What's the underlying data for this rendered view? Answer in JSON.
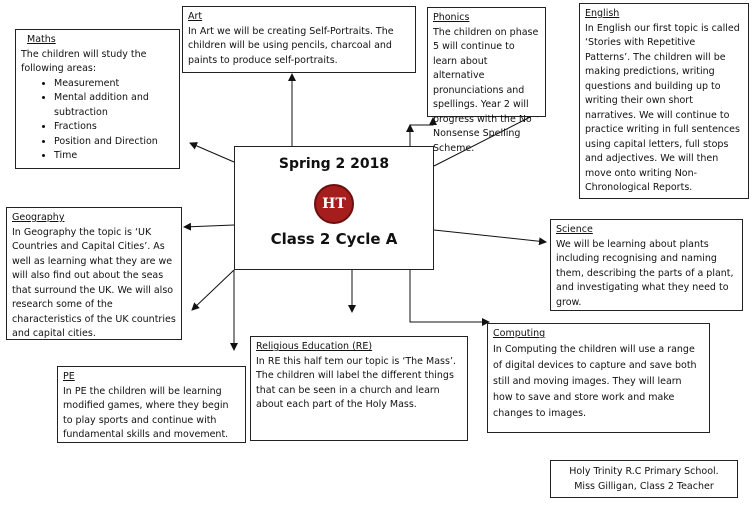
{
  "center": {
    "title": "Spring 2 2018",
    "subtitle": "Class 2 Cycle A",
    "logo_text": "HT",
    "logo_color": "#a51d1d"
  },
  "maths": {
    "heading": "Maths",
    "intro": "The children will study the following areas:",
    "items": [
      "Measurement",
      "Mental addition and subtraction",
      "Fractions",
      "Position and Direction",
      "Time"
    ]
  },
  "art": {
    "heading": "Art",
    "body": "In Art we will be creating Self-Portraits. The children will be using pencils, charcoal and paints to produce self-portraits."
  },
  "phonics": {
    "heading": "Phonics",
    "body": "The children on phase 5 will continue to learn about alternative pronunciations and spellings. Year 2 will progress with the No Nonsense Spelling Scheme."
  },
  "english": {
    "heading": "English",
    "body": "In English our first topic is called ‘Stories with Repetitive Patterns’. The children will be making predictions, writing questions and building up to writing their own short narratives. We will continue to practice writing in full sentences using capital letters, full stops and adjectives. We will then move onto writing Non-Chronological Reports."
  },
  "geography": {
    "heading": "Geography",
    "body": "In Geography the topic is ‘UK Countries and Capital Cities’. As well as learning what they are we will also find out about the seas that surround the UK. We will also research some of the characteristics of the UK countries and capital cities."
  },
  "science": {
    "heading": "Science",
    "body": "We will be learning about plants including recognising and naming them, describing the parts of a plant, and investigating what they need to grow."
  },
  "computing": {
    "heading": "Computing",
    "body": "In Computing the children will use a range of digital devices to capture and save both still and moving images. They will learn how to save and store work and make changes to images."
  },
  "re": {
    "heading": "Religious Education (RE)",
    "body": "In RE this half tem our topic is ‘The Mass’. The children will label the different things that can be seen in a church and learn about each part of the Holy Mass."
  },
  "pe": {
    "heading": "PE",
    "body": "In PE the children will be learning modified games, where they begin to play sports and continue with fundamental skills and movement."
  },
  "signature": {
    "line1": "Holy Trinity R.C Primary School.",
    "line2": "Miss Gilligan, Class 2 Teacher"
  }
}
